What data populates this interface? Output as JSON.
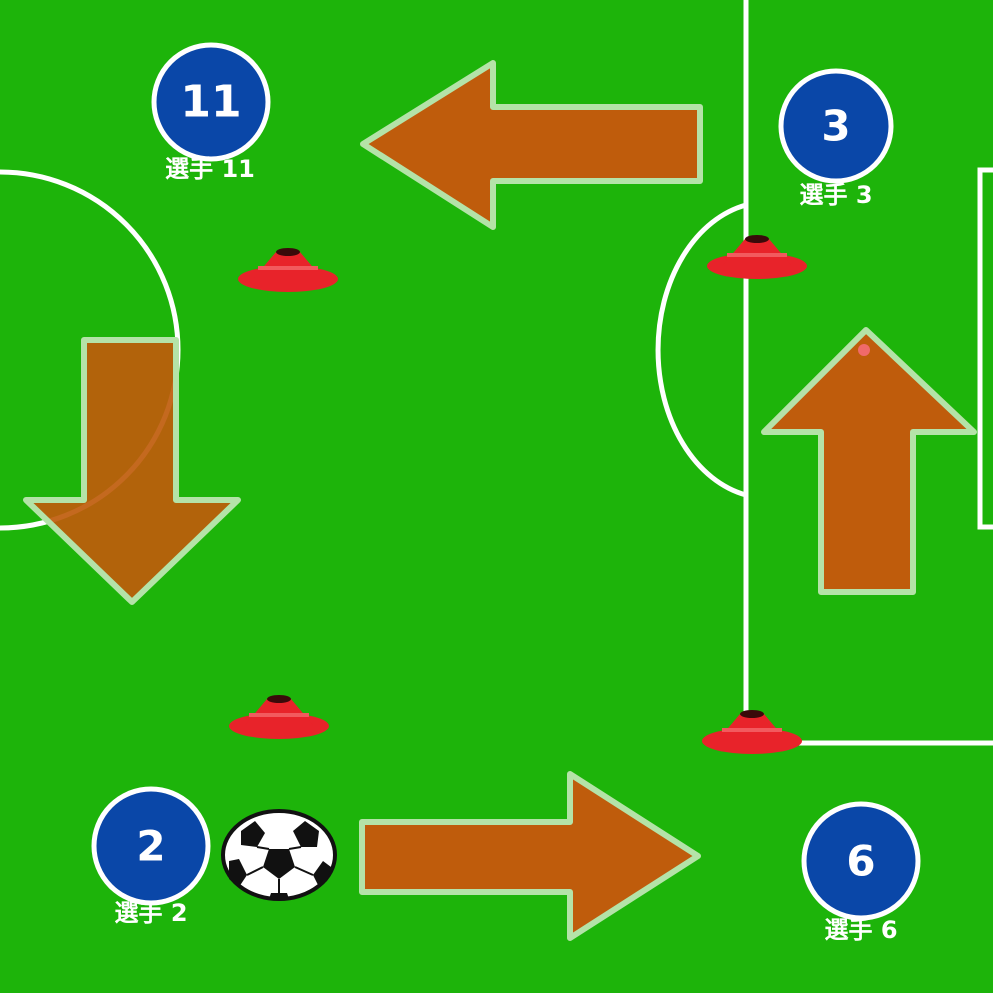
{
  "colors": {
    "grass": "#1db40a",
    "line": "#ffffff",
    "arrow_fill": "#bf5c0c",
    "arrow_outline": "#b4e3a8",
    "player_fill": "#0a47a8",
    "player_ring": "#ffffff",
    "cone": "#e8232a"
  },
  "players": [
    {
      "number": "11",
      "name": "選手 11"
    },
    {
      "number": "3",
      "name": "選手 3"
    },
    {
      "number": "2",
      "name": "選手 2"
    },
    {
      "number": "6",
      "name": "選手 6"
    }
  ],
  "arrows": [
    {
      "direction": "left",
      "icon": "arrow-left-icon"
    },
    {
      "direction": "down",
      "icon": "arrow-down-icon"
    },
    {
      "direction": "up",
      "icon": "arrow-up-icon"
    },
    {
      "direction": "right",
      "icon": "arrow-right-icon"
    }
  ],
  "cones": [
    {
      "icon": "cone-icon"
    },
    {
      "icon": "cone-icon"
    },
    {
      "icon": "cone-icon"
    },
    {
      "icon": "cone-icon"
    }
  ],
  "ball": {
    "icon": "soccer-ball-icon"
  }
}
